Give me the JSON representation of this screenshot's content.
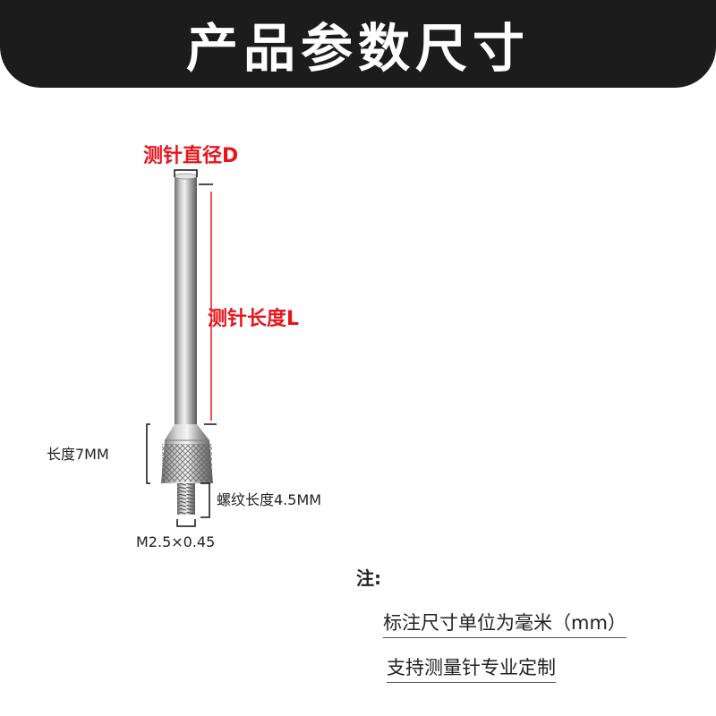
{
  "banner": {
    "title": "产品参数尺寸"
  },
  "labels": {
    "diameter": "测针直径D",
    "length": "测针长度L",
    "head_length": "长度7MM",
    "thread_length": "螺纹长度4.5MM",
    "thread_spec": "M2.5×0.45"
  },
  "notes": {
    "heading": "注:",
    "items": [
      "标注尺寸单位为毫米（mm）",
      "支持测量针专业定制"
    ]
  },
  "colors": {
    "banner_bg": "#1c1c1c",
    "accent_red": "#e8141b",
    "text_dark": "#222222"
  }
}
